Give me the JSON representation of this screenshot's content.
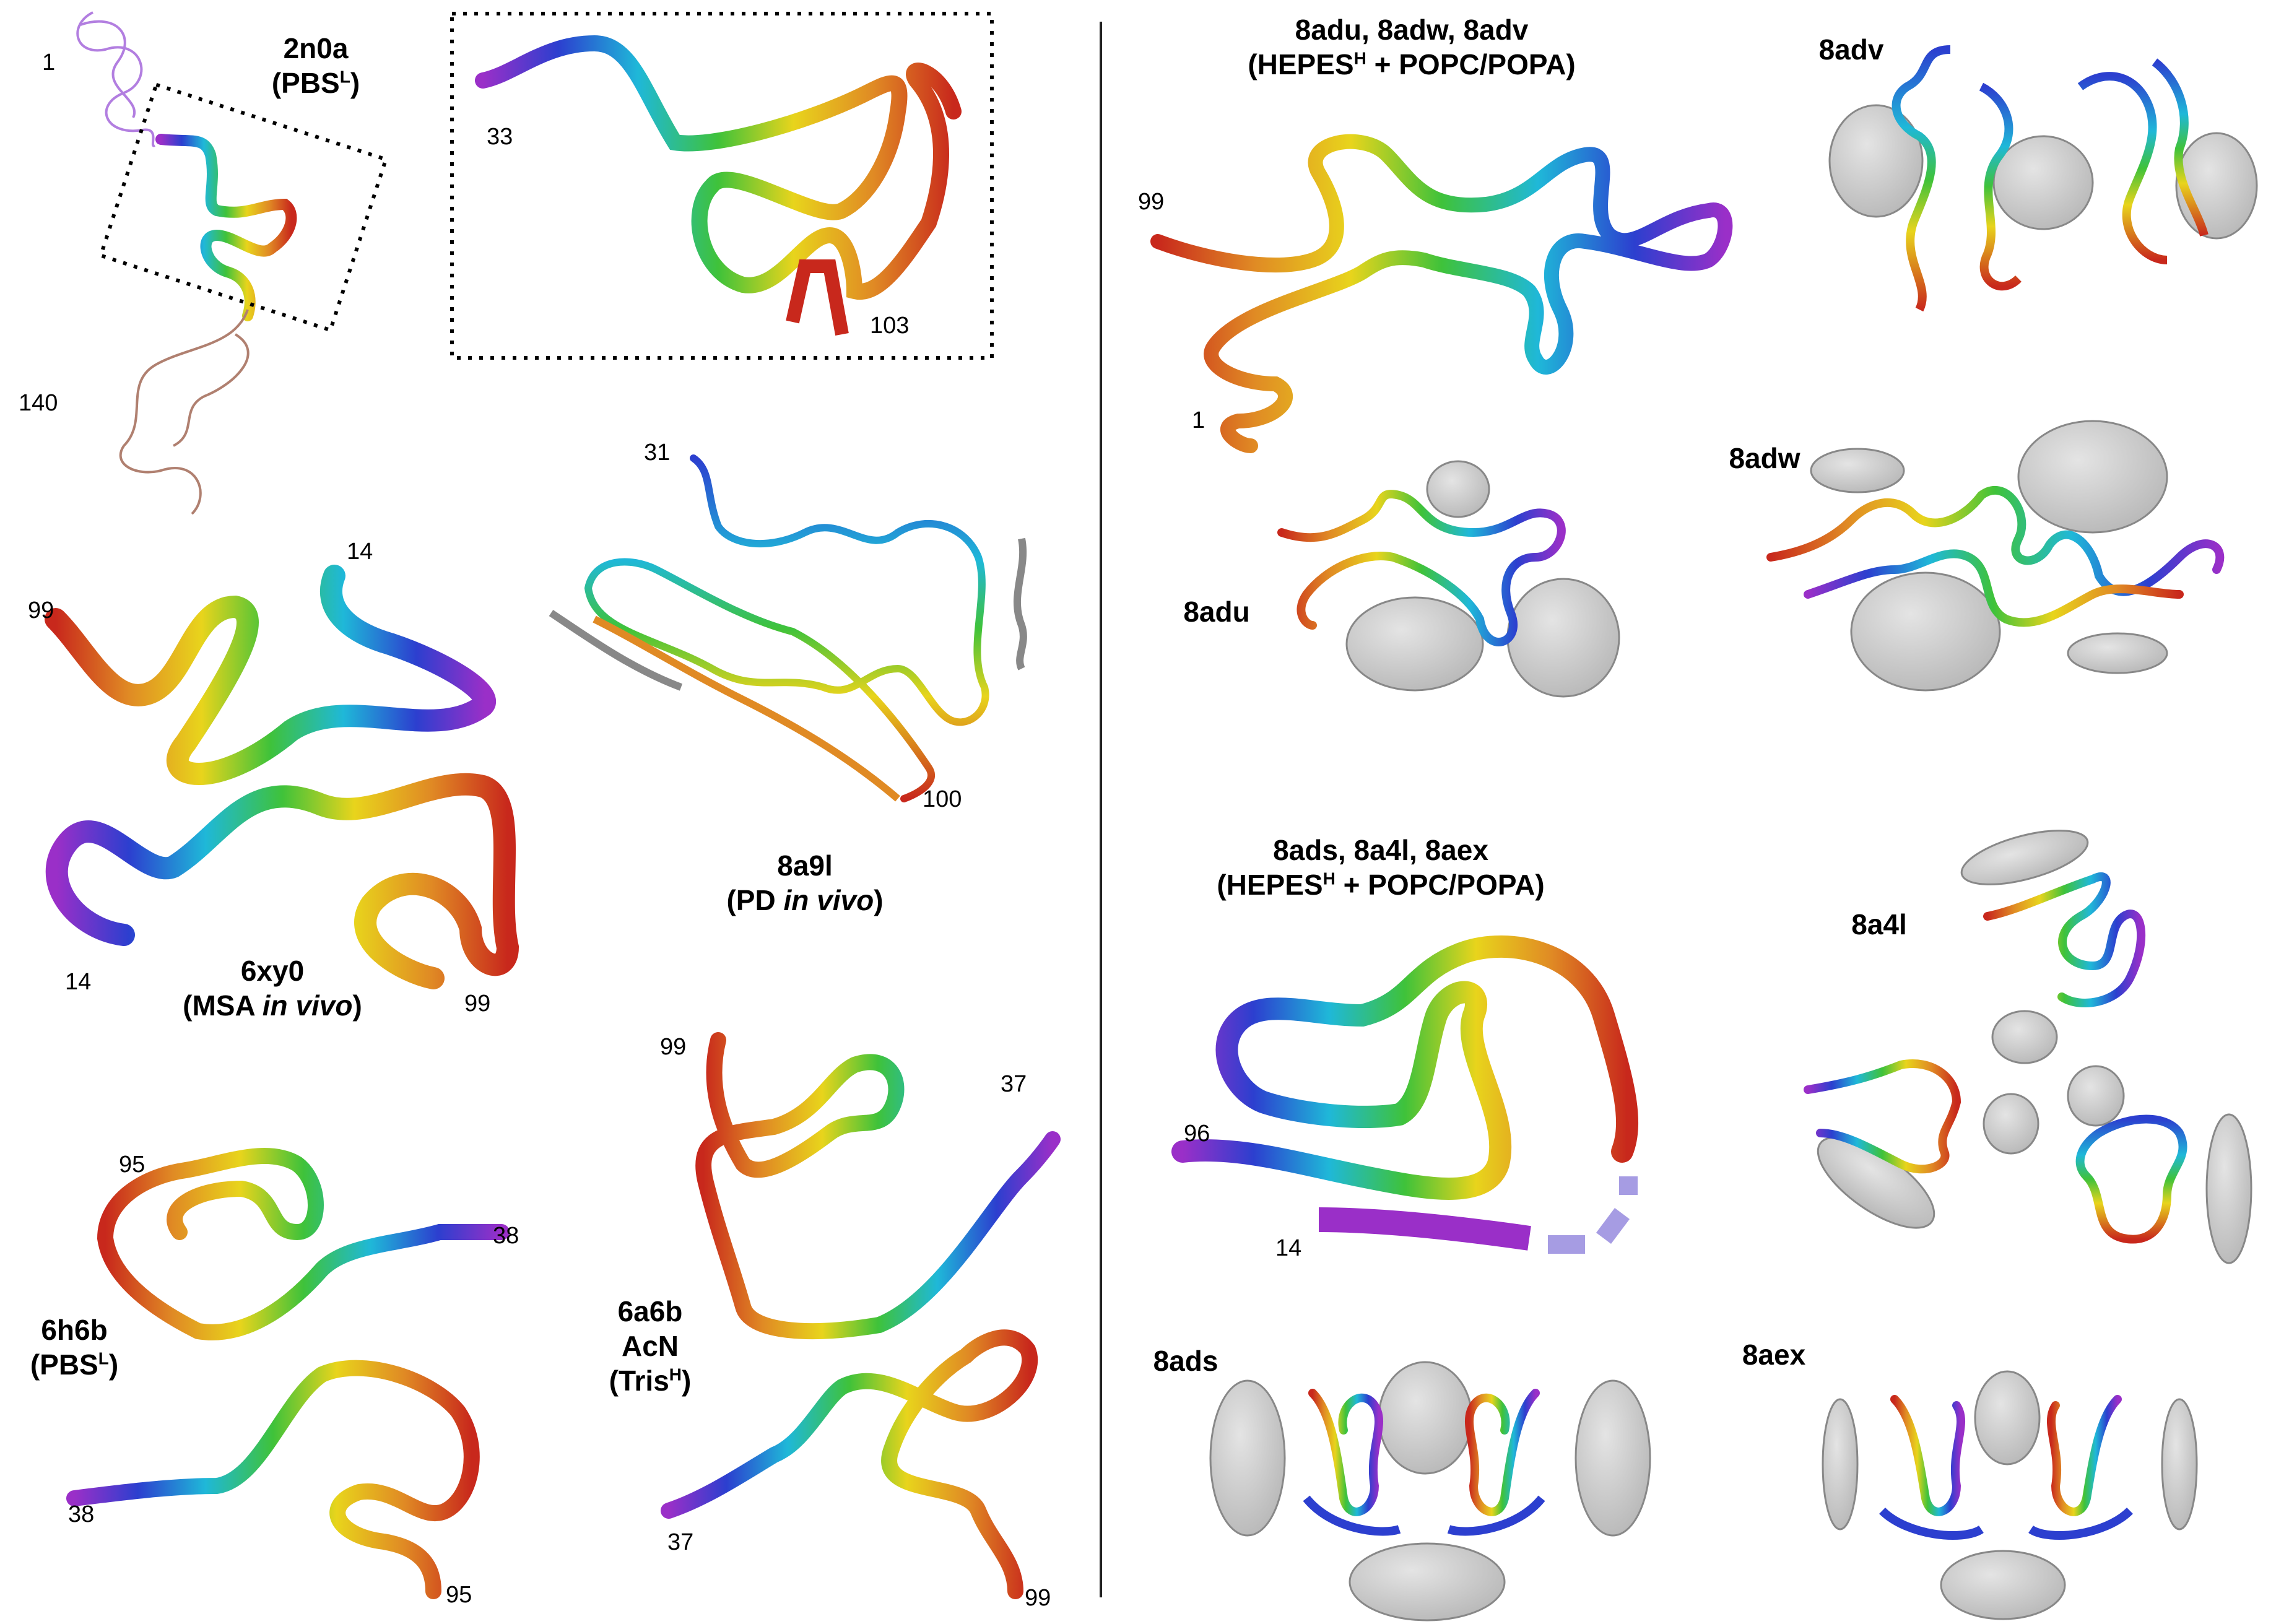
{
  "panels": {
    "p2n0a": {
      "id": "2n0a",
      "cond_base": "PBS",
      "cond_sup": "L",
      "res_n": "1",
      "res_c": "140",
      "res_box_start": "33",
      "res_box_end": "103"
    },
    "p6xy0": {
      "id": "6xy0",
      "cond_prefix": "(MSA ",
      "cond_italic": "in vivo",
      "cond_suffix": ")",
      "res_a": "14",
      "res_b": "99",
      "res_c": "14",
      "res_d": "99"
    },
    "p8a9l": {
      "id": "8a9l",
      "cond_prefix": "(PD ",
      "cond_italic": "in vivo",
      "cond_suffix": ")",
      "res_start": "31",
      "res_end": "100"
    },
    "p6h6b": {
      "id": "6h6b",
      "cond_base": "PBS",
      "cond_sup": "L",
      "res_a": "95",
      "res_b": "38",
      "res_c": "38",
      "res_d": "95"
    },
    "p6a6b": {
      "id": "6a6b",
      "line2": "AcN",
      "cond_base": "Tris",
      "cond_sup": "H",
      "res_a": "99",
      "res_b": "37",
      "res_c": "37",
      "res_d": "99"
    },
    "group1": {
      "title": "8adu, 8adw, 8adv",
      "cond_base": "HEPES",
      "cond_sup": "H",
      "cond_rest": " +  POPC/POPA)",
      "res_start": "99",
      "res_end": "1"
    },
    "p8adv": {
      "id": "8adv"
    },
    "p8adw": {
      "id": "8adw"
    },
    "p8adu": {
      "id": "8adu"
    },
    "group2": {
      "title": "8ads, 8a4l, 8aex",
      "cond_base": "HEPES",
      "cond_sup": "H",
      "cond_rest": " + POPC/POPA)",
      "res_start": "96",
      "res_end": "14"
    },
    "p8a4l": {
      "id": "8a4l"
    },
    "p8ads": {
      "id": "8ads"
    },
    "p8aex": {
      "id": "8aex"
    }
  },
  "colors": {
    "n_term": "#9a2fc8",
    "blue": "#2c3fcf",
    "cyan": "#1fb8d8",
    "green": "#3fc23a",
    "yellow": "#e8d41c",
    "orange": "#e08a24",
    "red": "#c8281c",
    "lipid": "#c8c8c8",
    "disordered_n": "#b27ee0",
    "disordered_c": "#b08070"
  }
}
